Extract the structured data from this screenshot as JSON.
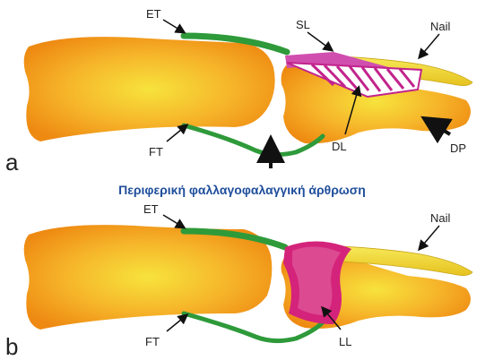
{
  "caption": "Περιφερική φαλλαγοφαλαγγική άρθρωση",
  "panel_a": {
    "panel_label": "a",
    "labels": {
      "et": "ET",
      "ft": "FT",
      "sl": "SL",
      "nail": "Nail",
      "dl": "DL",
      "dp": "DP"
    }
  },
  "panel_b": {
    "panel_label": "b",
    "labels": {
      "et": "ET",
      "ft": "FT",
      "nail": "Nail",
      "ll": "LL"
    }
  },
  "colors": {
    "bone_edge": "#f08c10",
    "bone_center": "#f7e33c",
    "tendon": "#2e9a3a",
    "nail": "#f2df3a",
    "ligament": "#d4237a",
    "ligament_light": "#e07fc2",
    "arrow": "#111111"
  }
}
